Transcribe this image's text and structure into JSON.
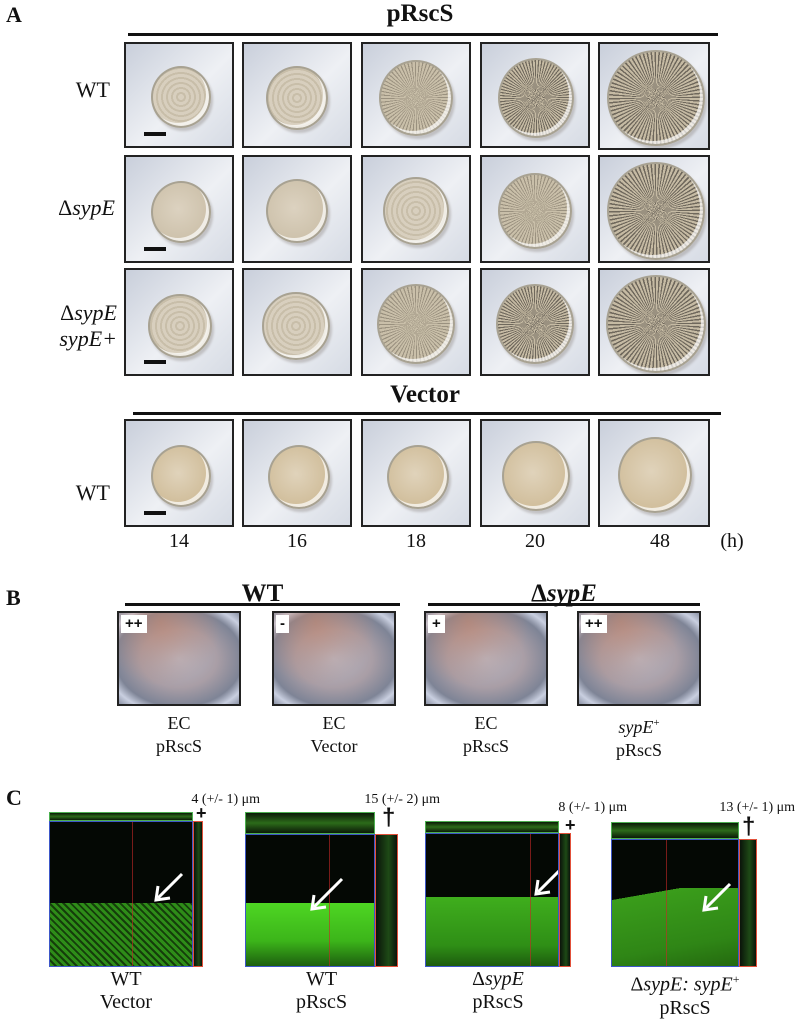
{
  "panelA": {
    "letter": "A",
    "top_group_title": "pRscS",
    "bottom_group_title": "Vector",
    "rows": [
      {
        "label_prefix": "Δ",
        "label": "WT",
        "italic": false
      },
      {
        "label": "ΔsypE",
        "italic": true
      },
      {
        "label_line1": "ΔsypE",
        "label_line2": "sypE+",
        "italic": true
      },
      {
        "label": "WT",
        "italic": false
      }
    ],
    "row_labels": {
      "row1": "WT",
      "row2_delta": "Δ",
      "row2_gene": "sypE",
      "row3_line1_delta": "Δ",
      "row3_line1_gene": "sypE",
      "row3_line2": "sypE+",
      "row4": "WT"
    },
    "time_points": [
      "14",
      "16",
      "18",
      "20",
      "48"
    ],
    "time_unit": "(h)"
  },
  "panelB": {
    "letter": "B",
    "group1_title": "WT",
    "group2_title_delta": "Δ",
    "group2_title_gene": "sypE",
    "wells": [
      {
        "score": "++",
        "caption_line1": "EC",
        "caption_line2": "pRscS"
      },
      {
        "score": "-",
        "caption_line1": "EC",
        "caption_line2": "Vector"
      },
      {
        "score": "+",
        "caption_line1": "EC",
        "caption_line2": "pRscS"
      },
      {
        "score": "++",
        "caption_line1": "sypE",
        "caption_sup": "+",
        "caption_line2": "pRscS"
      }
    ]
  },
  "panelC": {
    "letter": "C",
    "images": [
      {
        "thickness": "4 (+/- 1) μm",
        "caption_line1": "WT",
        "caption_line2": "Vector"
      },
      {
        "thickness": "15 (+/- 2) μm",
        "caption_line1": "WT",
        "caption_line2": "pRscS"
      },
      {
        "thickness": "8 (+/- 1) μm",
        "caption_line1_delta": "Δ",
        "caption_line1_gene": "sypE",
        "caption_line2": "pRscS"
      },
      {
        "thickness": "13 (+/- 1) μm",
        "caption_line1_delta": "Δ",
        "caption_line1_gene": "sypE: sypE",
        "caption_sup": "+",
        "caption_line2": "pRscS"
      }
    ]
  },
  "colors": {
    "biofilm_green": "#3fbf1f",
    "xy_border": "#3d57c8",
    "yz_border": "#e2503a",
    "xz_border": "#4caf50"
  }
}
